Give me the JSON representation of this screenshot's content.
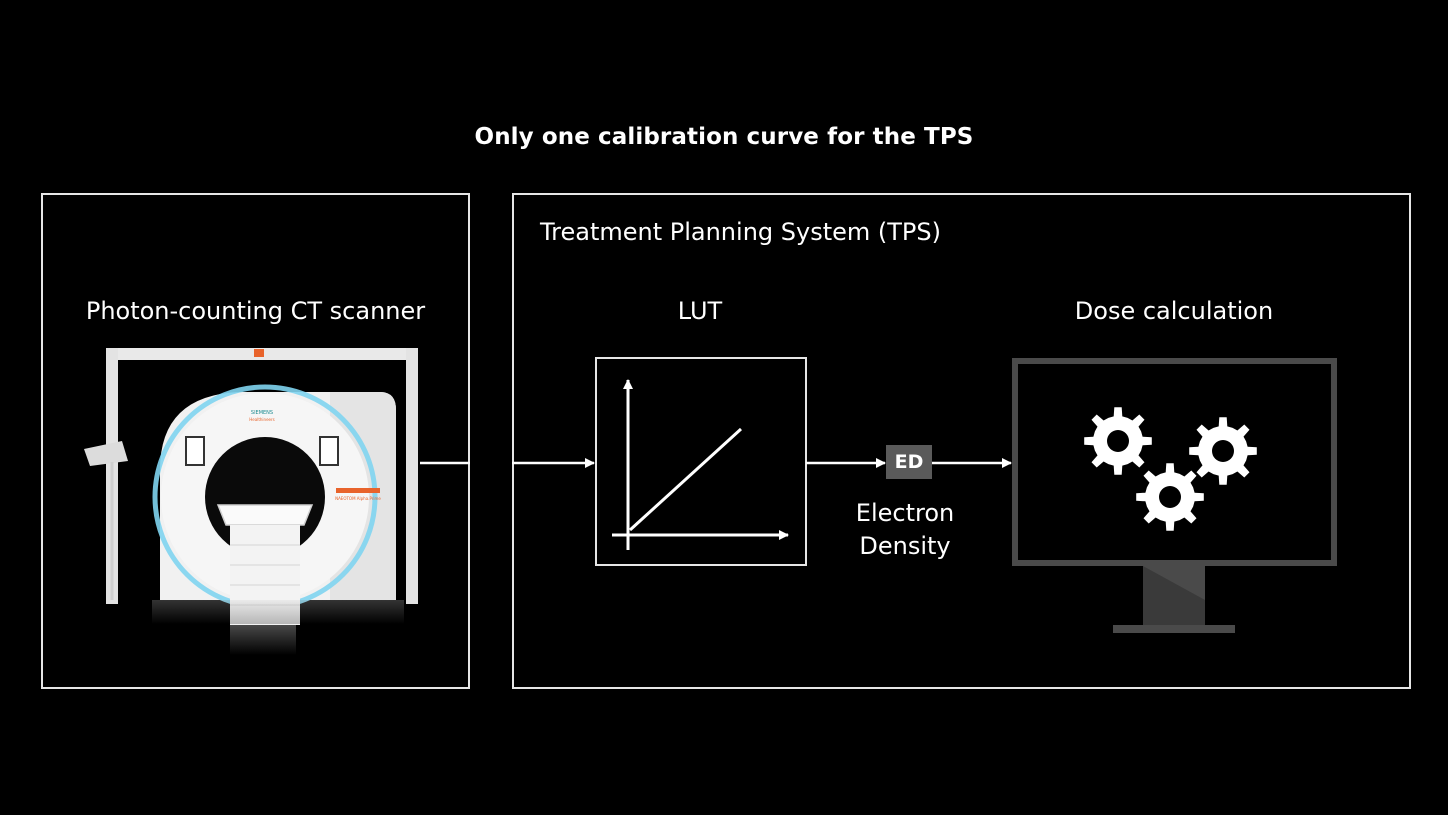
{
  "title": "Only one calibration curve for the TPS",
  "scanner": {
    "label": "Photon-counting CT scanner",
    "brand_line1": "SIEMENS",
    "brand_line2": "Healthineers",
    "model": "NAEOTOM Alpha.Prime"
  },
  "tps": {
    "label": "Treatment Planning System (TPS)",
    "lut_label": "LUT",
    "dose_label": "Dose calculation",
    "ed_badge": "ED",
    "ed_line1": "Electron",
    "ed_line2": "Density"
  },
  "colors": {
    "background": "#000000",
    "foreground": "#ffffff",
    "monitor": "#4a4a4a",
    "badge": "#5a5a5a",
    "ring_glow": "#7fd4f0",
    "accent_orange": "#e8632b"
  },
  "icons": [
    "gear-icon",
    "gear-icon",
    "gear-icon",
    "monitor-icon",
    "graph-icon",
    "arrow-right-icon"
  ]
}
